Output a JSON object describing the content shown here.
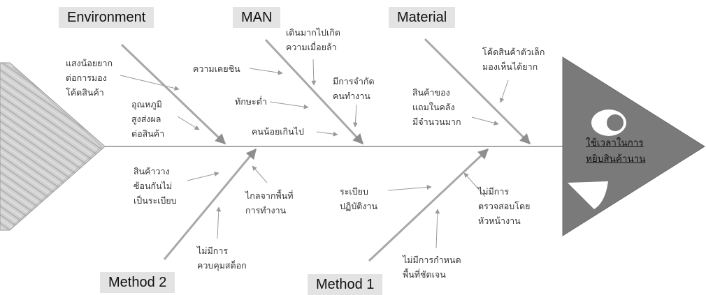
{
  "effect": {
    "line1": "ใช้เวลาในการ",
    "line2": "หยิบสินค้านาน"
  },
  "categories": {
    "environment": "Environment",
    "man": "MAN",
    "material": "Material",
    "method2": "Method 2",
    "method1": "Method 1"
  },
  "causes": {
    "env_low_light": [
      "แสงน้อยยาก",
      "ต่อการมอง",
      "โค้ดสินค้า"
    ],
    "env_temperature": [
      "อุณหภูมิ",
      "สูงส่งผล",
      "ต่อสินค้า"
    ],
    "man_fatigue": [
      "เดินมากไปเกิด",
      "ความเมื่อยล้า"
    ],
    "man_familiarity": [
      "ความเคยชิน"
    ],
    "man_low_skill": [
      "ทักษะต่ำ"
    ],
    "man_limited_staff": [
      "มีการจำกัด",
      "คนทำงาน"
    ],
    "man_too_few": [
      "คนน้อยเกินไป"
    ],
    "mat_small_code": [
      "โค้ดสินค้าตัวเล็ก",
      "มองเห็นได้ยาก"
    ],
    "mat_bonus_stock": [
      "สินค้าของ",
      "แถมในคลัง",
      "มีจำนวนมาก"
    ],
    "m2_stacked": [
      "สินค้าวาง",
      "ซ้อนกันไม่",
      "เป็นระเบียบ"
    ],
    "m2_far_area": [
      "ไกลจากพื้นที่",
      "การทำงาน"
    ],
    "m2_no_stock_control": [
      "ไม่มีการ",
      "ควบคุมสต็อก"
    ],
    "m1_procedure": [
      "ระเบียบ",
      "ปฏิบัติงาน"
    ],
    "m1_no_area": [
      "ไม่มีการกำหนด",
      "พื้นที่ชัดเจน"
    ],
    "m1_no_supervisor_check": [
      "ไม่มีการ",
      "ตรวจสอบโดย",
      "หัวหน้างาน"
    ]
  },
  "colors": {
    "spine": "#a8a8a8",
    "bone": "#a8a8a8",
    "arrow": "#9a9a9a",
    "head_fill": "#7a7a7a",
    "tail_fill": "#cfcfcf",
    "category_bg": "#e3e3e3"
  }
}
